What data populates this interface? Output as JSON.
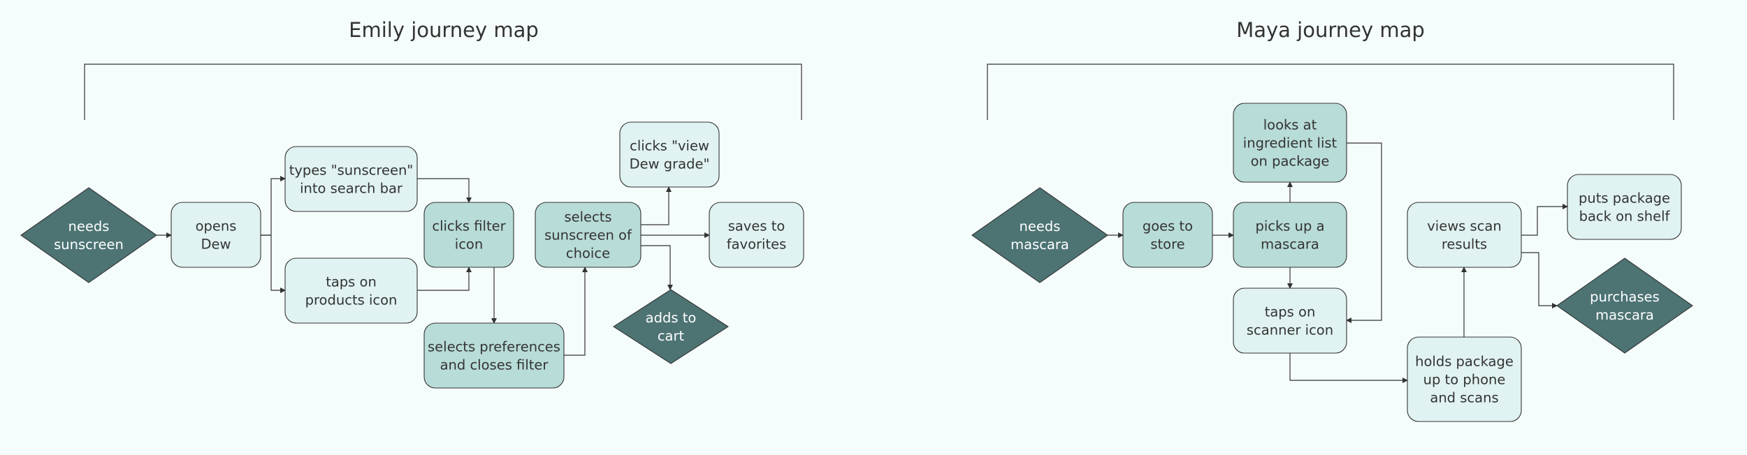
{
  "colors": {
    "background": "#f5fcfc",
    "light_box": "#e0f2f2",
    "mid_box": "#b8dcd8",
    "diamond": "#4d7373",
    "stroke": "#333333",
    "text_dark": "#333333",
    "text_light": "#ffffff"
  },
  "maps": [
    {
      "title": "Emily journey map",
      "nodes": [
        {
          "id": "e_needs",
          "label": [
            "needs",
            "sunscreen"
          ]
        },
        {
          "id": "e_opens",
          "label": [
            "opens",
            "Dew"
          ]
        },
        {
          "id": "e_types",
          "label": [
            "types \"sunscreen\"",
            "into search bar"
          ]
        },
        {
          "id": "e_taps",
          "label": [
            "taps on",
            "products icon"
          ]
        },
        {
          "id": "e_clicks_filter",
          "label": [
            "clicks filter",
            "icon"
          ]
        },
        {
          "id": "e_prefs",
          "label": [
            "selects preferences",
            "and closes filter"
          ]
        },
        {
          "id": "e_selects",
          "label": [
            "selects",
            "sunscreen of",
            "choice"
          ]
        },
        {
          "id": "e_view_grade",
          "label": [
            "clicks \"view",
            "Dew grade\""
          ]
        },
        {
          "id": "e_saves",
          "label": [
            "saves to",
            "favorites"
          ]
        },
        {
          "id": "e_cart",
          "label": [
            "adds to",
            "cart"
          ]
        }
      ]
    },
    {
      "title": "Maya journey map",
      "nodes": [
        {
          "id": "m_needs",
          "label": [
            "needs",
            "mascara"
          ]
        },
        {
          "id": "m_goes",
          "label": [
            "goes to",
            "store"
          ]
        },
        {
          "id": "m_picks",
          "label": [
            "picks up a",
            "mascara"
          ]
        },
        {
          "id": "m_looks",
          "label": [
            "looks at",
            "ingredient list",
            "on package"
          ]
        },
        {
          "id": "m_taps",
          "label": [
            "taps on",
            "scanner icon"
          ]
        },
        {
          "id": "m_holds",
          "label": [
            "holds package",
            "up to phone",
            "and scans"
          ]
        },
        {
          "id": "m_views",
          "label": [
            "views scan",
            "results"
          ]
        },
        {
          "id": "m_puts",
          "label": [
            "puts package",
            "back on shelf"
          ]
        },
        {
          "id": "m_purchases",
          "label": [
            "purchases",
            "mascara"
          ]
        }
      ]
    }
  ]
}
